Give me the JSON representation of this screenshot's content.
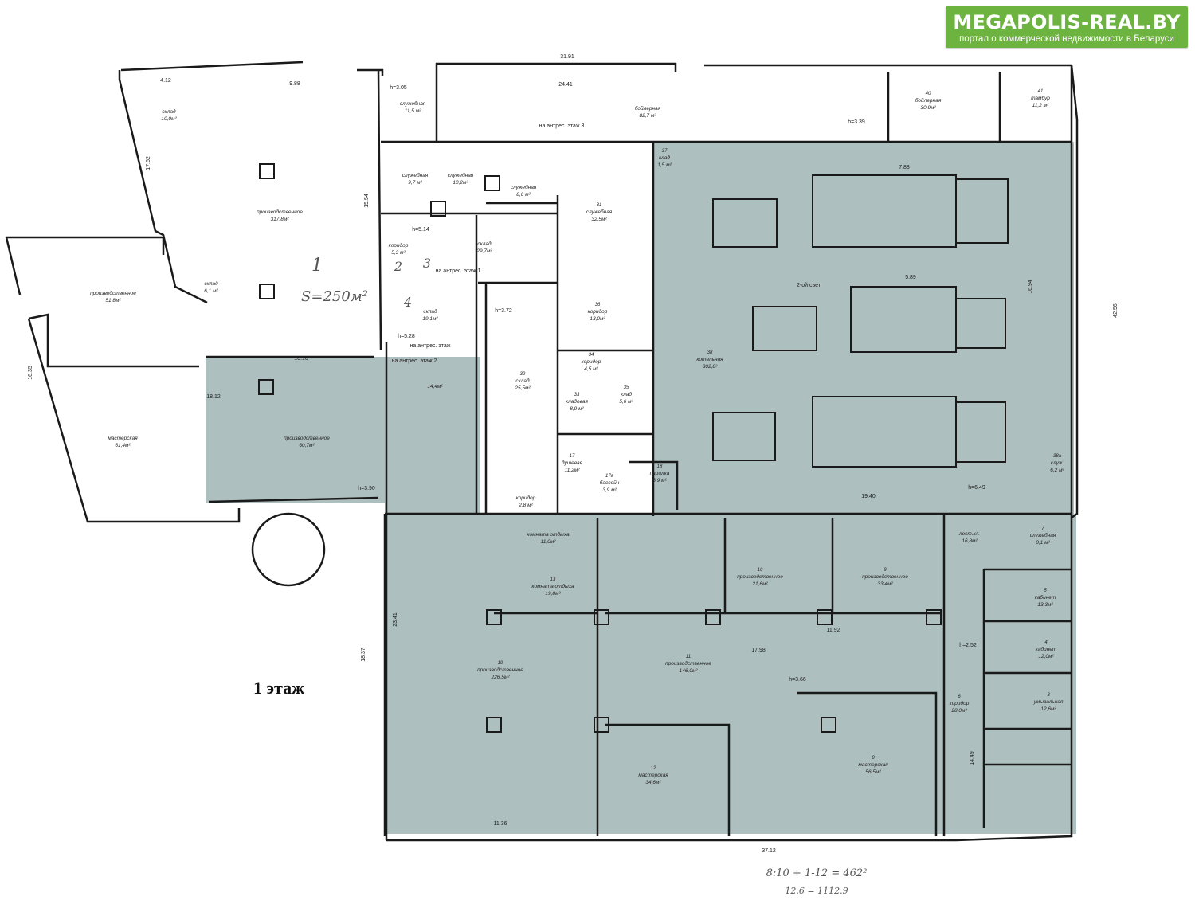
{
  "logo": {
    "brand": "MEGAPOLIS-REAL.BY",
    "tagline": "портал о коммерческой недвижимости в Беларуси"
  },
  "plan": {
    "floor_title": "1 этаж",
    "colors": {
      "highlight": "#aebfbf",
      "line": "#1a1a1a",
      "brand": "#6db33f"
    },
    "dimensions": [
      {
        "id": "d-3191",
        "text": "31.91"
      },
      {
        "id": "d-2441",
        "text": "24.41"
      },
      {
        "id": "d-988",
        "text": "9.88"
      },
      {
        "id": "d-412",
        "text": "4.12"
      },
      {
        "id": "d-1762",
        "text": "17.62"
      },
      {
        "id": "d-1554",
        "text": "15.54"
      },
      {
        "id": "d-1812",
        "text": "18.12"
      },
      {
        "id": "d-4256",
        "text": "42.56"
      },
      {
        "id": "d-3712",
        "text": "37.12"
      },
      {
        "id": "d-1940",
        "text": "19.40"
      },
      {
        "id": "d-1798",
        "text": "17.98"
      },
      {
        "id": "d-2341",
        "text": "23.41"
      },
      {
        "id": "d-1837",
        "text": "18.37"
      },
      {
        "id": "d-1449",
        "text": "14.49"
      },
      {
        "id": "d-1694",
        "text": "16.94"
      },
      {
        "id": "d-1136",
        "text": "11.36"
      },
      {
        "id": "d-1010",
        "text": "10.10"
      },
      {
        "id": "d-788",
        "text": "7.88"
      },
      {
        "id": "d-589",
        "text": "5.89"
      },
      {
        "id": "d-1635",
        "text": "16.35"
      },
      {
        "id": "d-1192",
        "text": "11.92"
      }
    ],
    "rooms": [
      {
        "id": "r40",
        "number": "40",
        "name": "бойлерная",
        "area": "30,9м²"
      },
      {
        "id": "r41",
        "number": "41",
        "name": "тамбур",
        "area": "11,2 м²"
      },
      {
        "id": "r-boiler",
        "number": "",
        "name": "бойлерная",
        "area": "82,7 м²"
      },
      {
        "id": "r-serv-top",
        "number": "",
        "name": "служебная",
        "area": "11,5 м²"
      },
      {
        "id": "r-sklad-top",
        "number": "",
        "name": "склад",
        "area": "10,0м²"
      },
      {
        "id": "r-prod-317",
        "number": "",
        "name": "производственное",
        "area": "317,8м²"
      },
      {
        "id": "r-sl-97",
        "number": "",
        "name": "служебная",
        "area": "9,7 м²"
      },
      {
        "id": "r-sl-102",
        "number": "",
        "name": "служебная",
        "area": "10,2м²"
      },
      {
        "id": "r-sl-86",
        "number": "",
        "name": "служебная",
        "area": "8,6 м²"
      },
      {
        "id": "r31",
        "number": "31",
        "name": "служебная",
        "area": "32,5м²"
      },
      {
        "id": "r37",
        "number": "37",
        "name": "клад",
        "area": "1,5 м²"
      },
      {
        "id": "r-kor-53",
        "number": "",
        "name": "коридор",
        "area": "5,3 м²"
      },
      {
        "id": "r-skl-297",
        "number": "",
        "name": "склад",
        "area": "29,7м²"
      },
      {
        "id": "r36",
        "number": "36",
        "name": "коридор",
        "area": "13,0м²"
      },
      {
        "id": "r-skl-61",
        "number": "",
        "name": "склад",
        "area": "6,1 м²"
      },
      {
        "id": "r-prod-518",
        "number": "",
        "name": "производственное",
        "area": "51,8м²"
      },
      {
        "id": "r-skl-191",
        "number": "",
        "name": "склад",
        "area": "19,1м²"
      },
      {
        "id": "r32",
        "number": "32",
        "name": "склад",
        "area": "25,5м²"
      },
      {
        "id": "r34",
        "number": "34",
        "name": "коридор",
        "area": "4,5 м²"
      },
      {
        "id": "r33",
        "number": "33",
        "name": "кладовая",
        "area": "8,9 м²"
      },
      {
        "id": "r35",
        "number": "35",
        "name": "клад",
        "area": "5,6 м²"
      },
      {
        "id": "r38",
        "number": "38",
        "name": "котельная",
        "area": "302,8²"
      },
      {
        "id": "r-144",
        "number": "",
        "name": "",
        "area": "14,4м²"
      },
      {
        "id": "r-mast-614",
        "number": "",
        "name": "мастерская",
        "area": "61,4м²"
      },
      {
        "id": "r-prod-607",
        "number": "",
        "name": "производственное",
        "area": "60,7м²"
      },
      {
        "id": "r17",
        "number": "17",
        "name": "душевая",
        "area": "11,2м²"
      },
      {
        "id": "r17a",
        "number": "17а",
        "name": "бассейн",
        "area": "3,9 м²"
      },
      {
        "id": "r18",
        "number": "18",
        "name": "парилка",
        "area": "6,9 м²"
      },
      {
        "id": "r-kor-28",
        "number": "",
        "name": "коридор",
        "area": "2,8 м²"
      },
      {
        "id": "r38a",
        "number": "38а",
        "name": "служ.",
        "area": "6,2 м²"
      },
      {
        "id": "r-ko-11",
        "number": "",
        "name": "комната отдыха",
        "area": "11,0м²"
      },
      {
        "id": "r13",
        "number": "13",
        "name": "комната отдыха",
        "area": "19,8м²"
      },
      {
        "id": "r10",
        "number": "10",
        "name": "производственное",
        "area": "21,6м²"
      },
      {
        "id": "r9",
        "number": "9",
        "name": "производственное",
        "area": "33,4м²"
      },
      {
        "id": "r-lest",
        "number": "",
        "name": "лест.кл.",
        "area": "16,8м²"
      },
      {
        "id": "r7",
        "number": "7",
        "name": "служебная",
        "area": "8,1 м²"
      },
      {
        "id": "r5",
        "number": "5",
        "name": "кабинет",
        "area": "13,3м²"
      },
      {
        "id": "r4",
        "number": "4",
        "name": "кабинет",
        "area": "12,0м²"
      },
      {
        "id": "r19",
        "number": "19",
        "name": "производственное",
        "area": "226,5м²"
      },
      {
        "id": "r11",
        "number": "11",
        "name": "производственное",
        "area": "146,0м²"
      },
      {
        "id": "r6",
        "number": "6",
        "name": "коридор",
        "area": "28,0м²"
      },
      {
        "id": "r3",
        "number": "3",
        "name": "умывальная",
        "area": "12,6м²"
      },
      {
        "id": "r12",
        "number": "12",
        "name": "мастерская",
        "area": "34,6м²"
      },
      {
        "id": "r8",
        "number": "8",
        "name": "мастерская",
        "area": "56,5м²"
      }
    ],
    "notes": [
      {
        "id": "n-2nd-light",
        "text": "2-ой свет"
      },
      {
        "id": "n-h339",
        "text": "h=3.39"
      },
      {
        "id": "n-h305",
        "text": "h=3.05"
      },
      {
        "id": "n-h372",
        "text": "h=3.72"
      },
      {
        "id": "n-h528",
        "text": "h=5.28"
      },
      {
        "id": "n-h366",
        "text": "h=3.66"
      },
      {
        "id": "n-h649",
        "text": "h=6.49"
      },
      {
        "id": "n-h252",
        "text": "h=2.52"
      },
      {
        "id": "n-h514",
        "text": "h=5.14"
      },
      {
        "id": "n-h390",
        "text": "h=3.90"
      },
      {
        "id": "n-stairs3",
        "text": "на антрес. этаж 3"
      },
      {
        "id": "n-stairs1",
        "text": "на антрес. этаж 1"
      },
      {
        "id": "n-stairs2",
        "text": "на антрес. этаж 2"
      },
      {
        "id": "n-stairs4",
        "text": "на антрес. этаж"
      }
    ],
    "handwriting": [
      {
        "id": "h-s250",
        "text": "S=250м²"
      },
      {
        "id": "h-1",
        "text": "1"
      },
      {
        "id": "h-2",
        "text": "2"
      },
      {
        "id": "h-3",
        "text": "3"
      },
      {
        "id": "h-4",
        "text": "4"
      },
      {
        "id": "h-sum",
        "text": "8:10 + 1-12 = 462²"
      },
      {
        "id": "h-sum2",
        "text": "12.6 = 1112.9"
      }
    ]
  }
}
